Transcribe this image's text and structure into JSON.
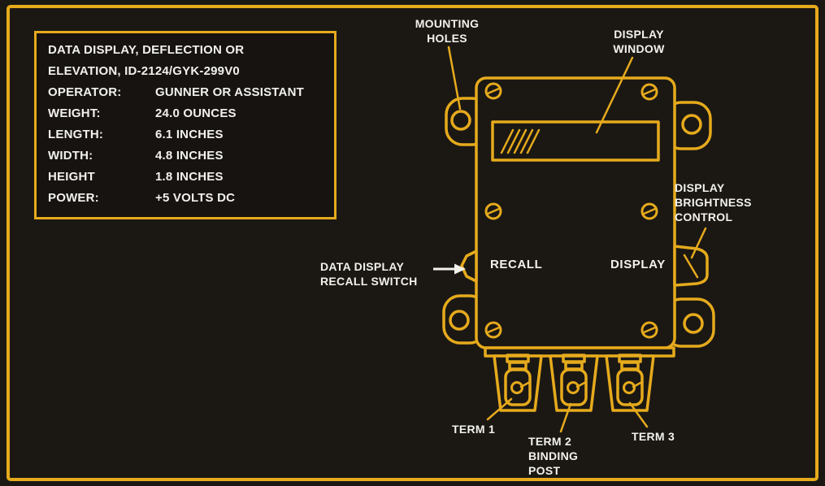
{
  "colors": {
    "background": "#1b1814",
    "line": "#e6aa1c",
    "text": "#f2f1ec"
  },
  "info_box": {
    "title_line1": "DATA DISPLAY, DEFLECTION OR",
    "title_line2": "ELEVATION, ID-2124/GYK-299V0",
    "rows": [
      {
        "label": "OPERATOR:",
        "value": "GUNNER OR ASSISTANT"
      },
      {
        "label": "WEIGHT:",
        "value": "24.0 OUNCES"
      },
      {
        "label": "LENGTH:",
        "value": "6.1 INCHES"
      },
      {
        "label": "WIDTH:",
        "value": "4.8 INCHES"
      },
      {
        "label": "HEIGHT",
        "value": "1.8 INCHES"
      },
      {
        "label": "POWER:",
        "value": "+5 VOLTS DC"
      }
    ]
  },
  "device": {
    "recall_label": "RECALL",
    "display_label": "DISPLAY"
  },
  "callouts": {
    "mounting_holes": {
      "line1": "MOUNTING",
      "line2": "HOLES"
    },
    "display_window": {
      "line1": "DISPLAY",
      "line2": "WINDOW"
    },
    "display_brightness": {
      "line1": "DISPLAY",
      "line2": "BRIGHTNESS",
      "line3": "CONTROL"
    },
    "recall_switch": {
      "line1": "DATA DISPLAY",
      "line2": "RECALL SWITCH"
    },
    "term_1": "TERM 1",
    "term_2": {
      "line1": "TERM 2",
      "line2": "BINDING",
      "line3": "POST"
    },
    "term_3": "TERM 3"
  }
}
